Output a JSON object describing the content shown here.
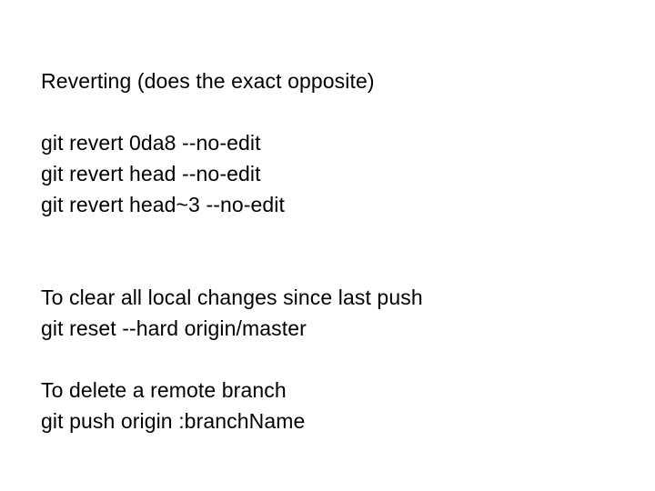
{
  "slide": {
    "background_color": "#ffffff",
    "text_color": "#000000",
    "heading": "Reverting (does the exact opposite)",
    "revert_commands": [
      "git revert 0da8 --no-edit",
      "git revert head --no-edit",
      "git revert head~3 --no-edit"
    ],
    "reset_section": {
      "description": "To clear all local changes since last push",
      "command": "git reset --hard origin/master"
    },
    "delete_branch_section": {
      "description": "To delete a remote branch",
      "command": "git push origin :branchName"
    }
  }
}
